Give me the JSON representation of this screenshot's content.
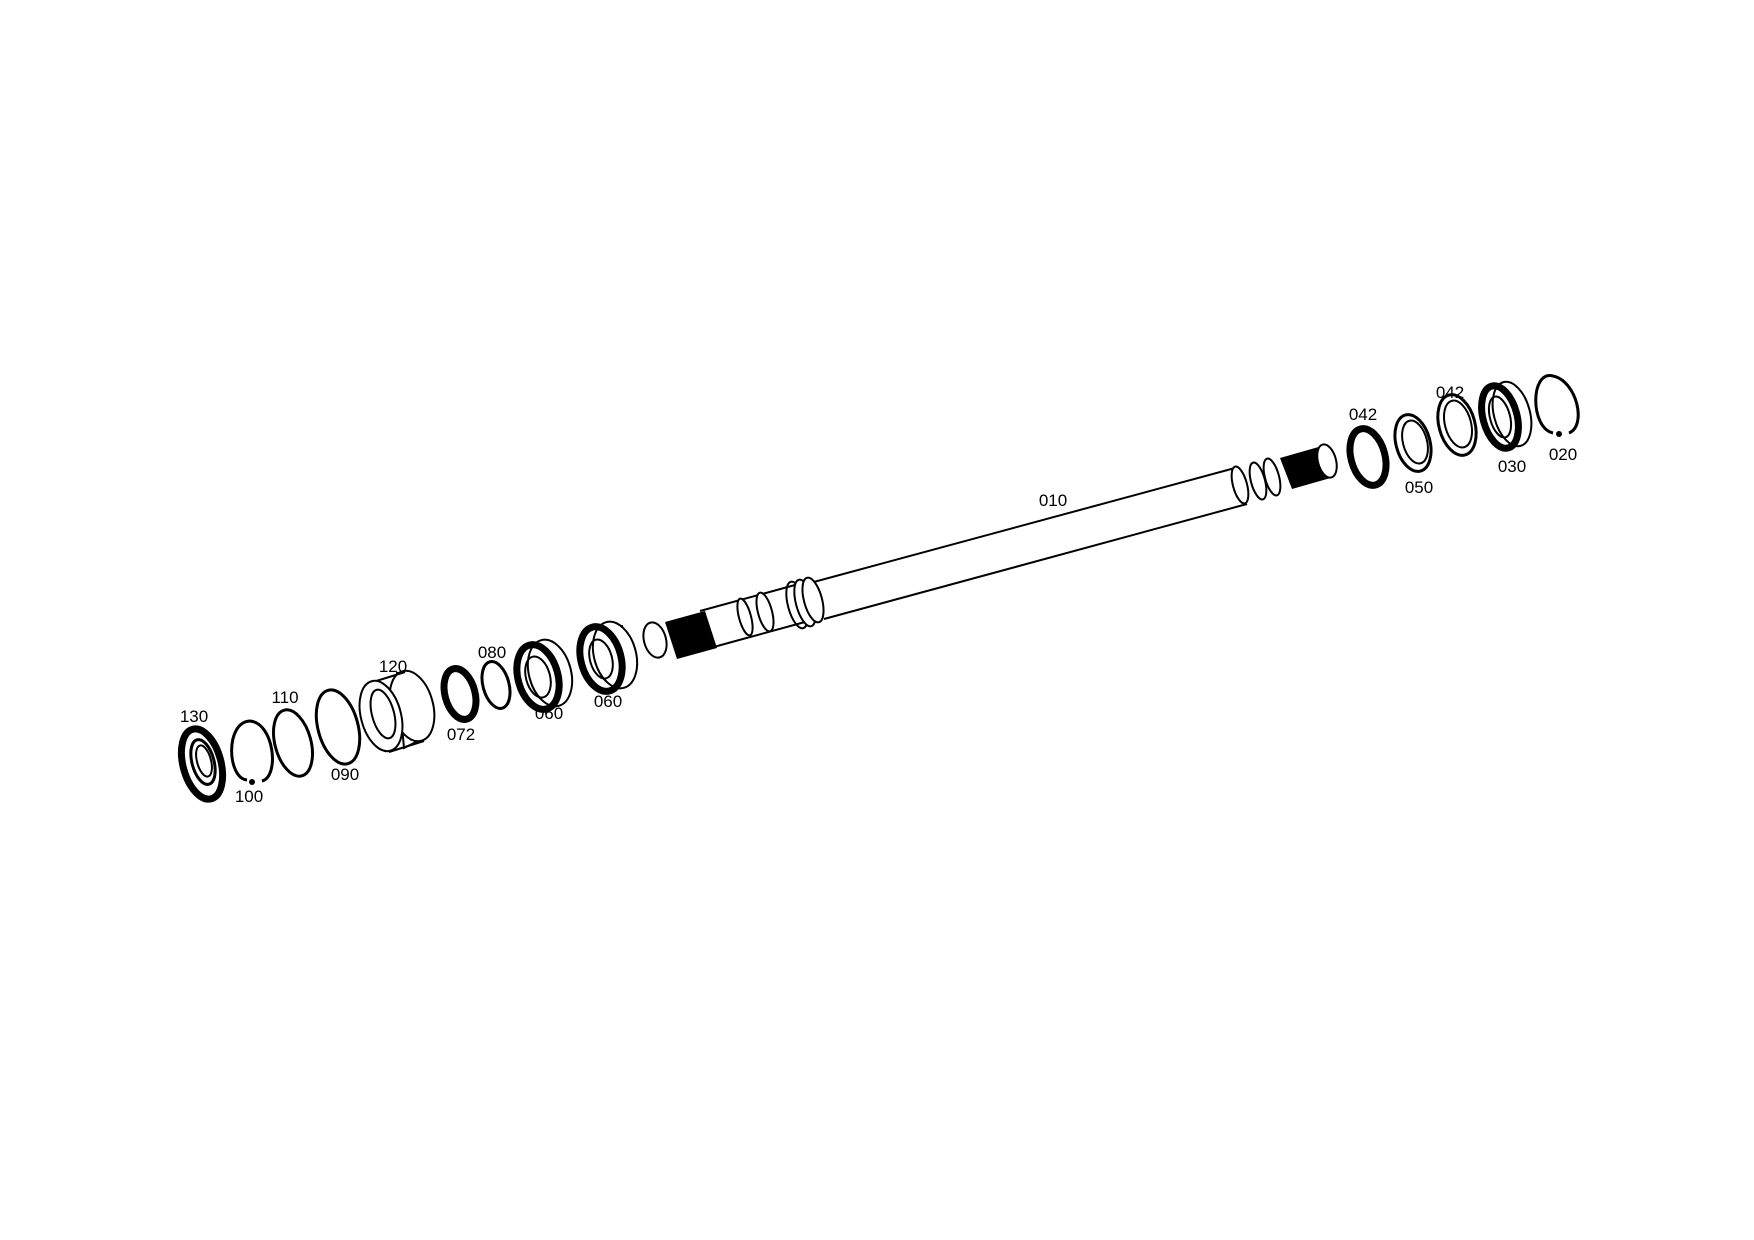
{
  "diagram": {
    "shaft": "010",
    "parts": {
      "p020": "020",
      "p030": "030",
      "p042a": "042",
      "p042b": "042",
      "p050": "050",
      "p060a": "060",
      "p060b": "060",
      "p072": "072",
      "p080": "080",
      "p090": "090",
      "p100": "100",
      "p110": "110",
      "p120": "120",
      "p130": "130"
    }
  }
}
